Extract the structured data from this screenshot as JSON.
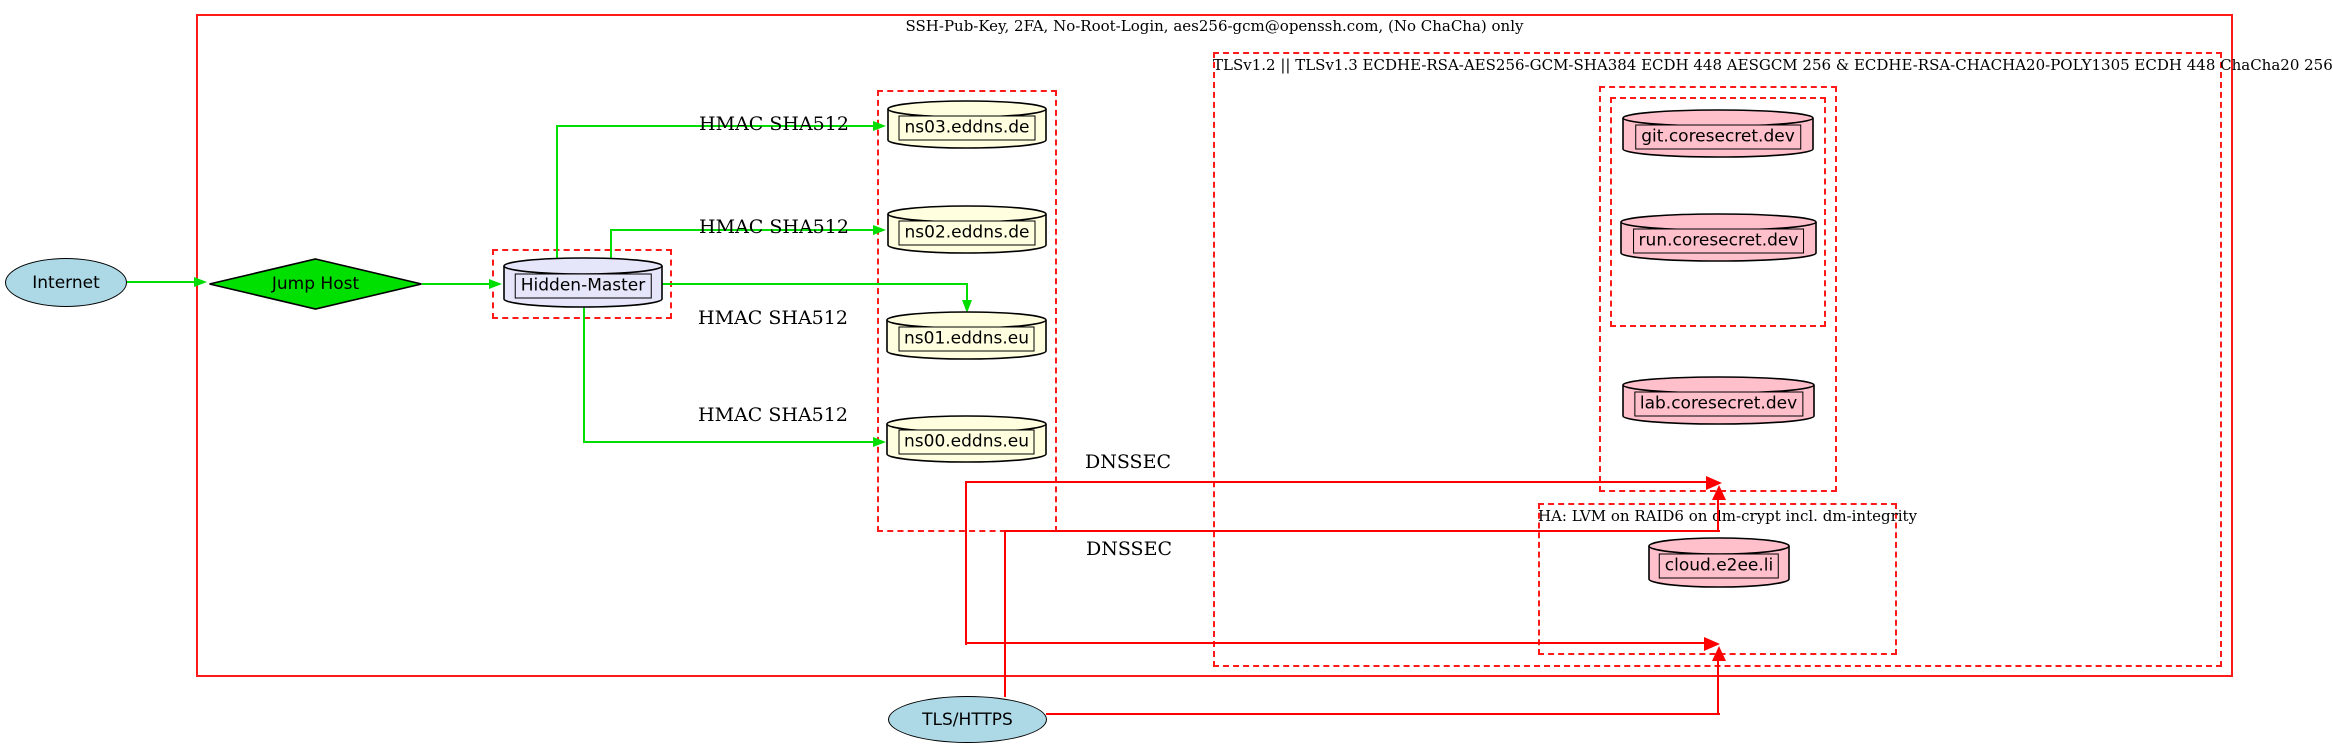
{
  "diagram": {
    "clusters": {
      "ssh_label": "SSH-Pub-Key, 2FA, No-Root-Login, aes256-gcm@openssh.com, (No ChaCha) only",
      "tls_label": "TLSv1.2 || TLSv1.3 ECDHE-RSA-AES256-GCM-SHA384 ECDH 448 AESGCM 256 & ECDHE-RSA-CHACHA20-POLY1305 ECDH 448 ChaCha20 256",
      "ha_label": "HA: LVM on RAID6 on dm-crypt incl. dm-integrity"
    },
    "nodes": {
      "internet": "Internet",
      "jump_host": "Jump Host",
      "hidden_master": "Hidden-Master",
      "ns03": "ns03.eddns.de",
      "ns02": "ns02.eddns.de",
      "ns01": "ns01.eddns.eu",
      "ns00": "ns00.eddns.eu",
      "git": "git.coresecret.dev",
      "run": "run.coresecret.dev",
      "lab": "lab.coresecret.dev",
      "cloud": "cloud.e2ee.li",
      "tls_https": "TLS/HTTPS"
    },
    "edge_labels": {
      "hmac": "HMAC SHA512",
      "dnssec": "DNSSEC"
    },
    "colors": {
      "edge_green": "#00dd00",
      "edge_red": "#ff0000",
      "cluster_border_red": "#ff1a1a",
      "ns_fill": "#ffffe0",
      "master_fill": "#e6e6fa",
      "service_fill": "#ffc0cb",
      "endpoint_fill": "#add8e6",
      "jump_fill": "#00e000"
    }
  }
}
